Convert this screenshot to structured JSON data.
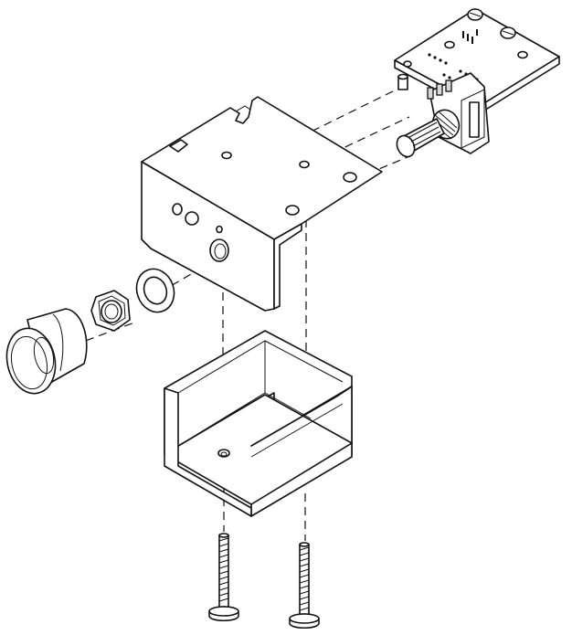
{
  "diagram": {
    "kind": "exploded-assembly",
    "parts": [
      "knob",
      "hex-nut",
      "washer",
      "mounting-bracket",
      "potentiometer",
      "circuit-board",
      "enclosure",
      "screw-left",
      "screw-right"
    ],
    "colors": {
      "line": "#111111",
      "background": "#ffffff",
      "shade": "#d9d9d9"
    }
  }
}
